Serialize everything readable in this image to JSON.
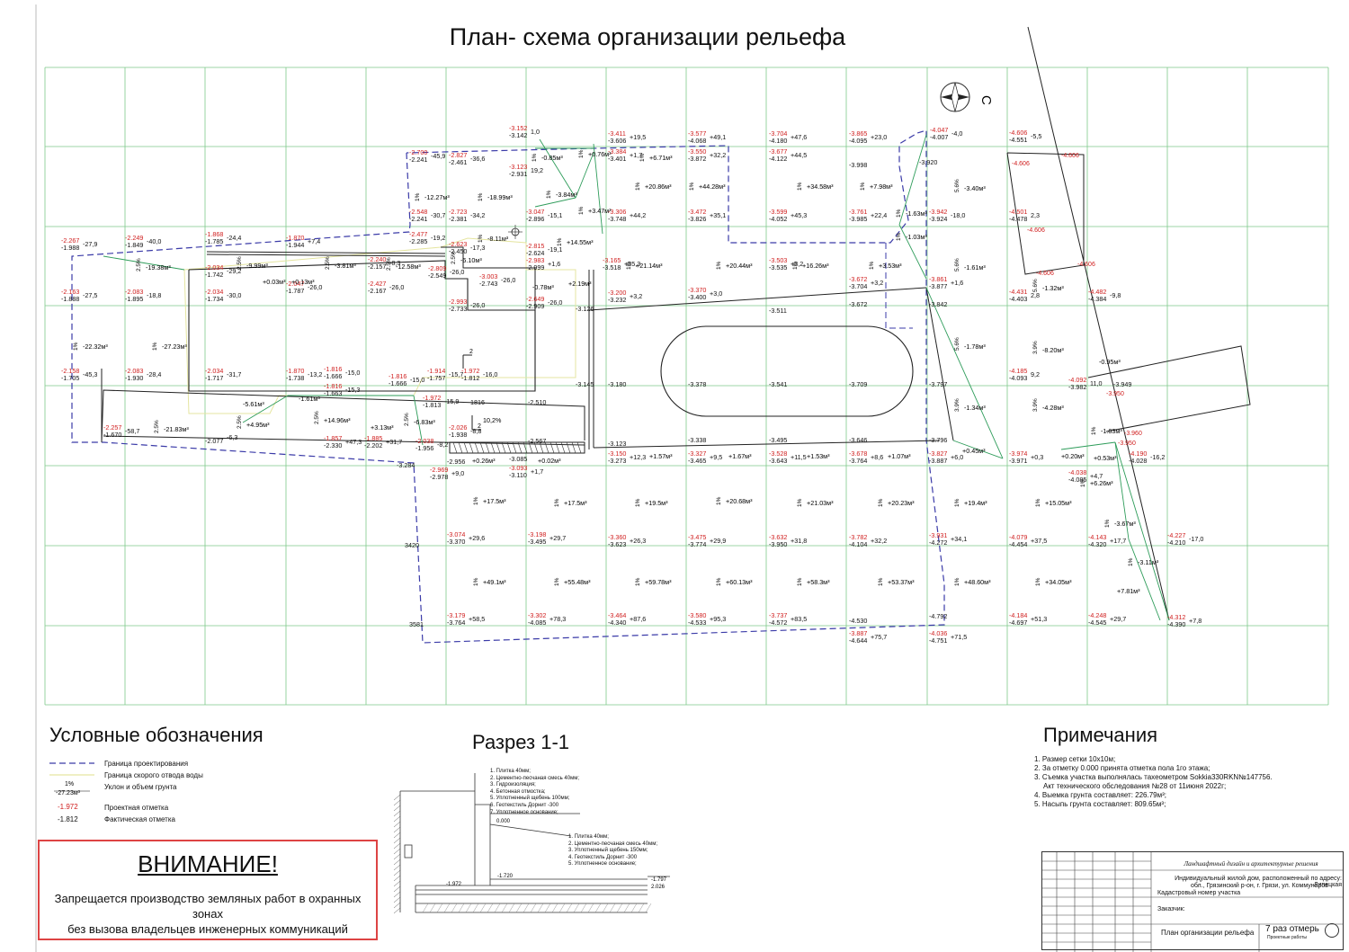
{
  "title": "План- схема организации рельефа",
  "compass": "С",
  "legend": {
    "heading": "Условные обозначения",
    "items": [
      {
        "label": "Граница проектирования"
      },
      {
        "label": "Граница скорого отвода воды"
      },
      {
        "label": "Уклон и объем грунта",
        "sample_slope": "1%",
        "sample_volume": "-27.23м³"
      },
      {
        "label": "Проектная отметка",
        "sample": "-1.972"
      },
      {
        "label": "Фактическая отметка",
        "sample": "-1.812"
      }
    ]
  },
  "warning": {
    "title": "ВНИМАНИЕ!",
    "line1": "Запрещается производство земляных работ в охранных зонах",
    "line2": "без вызова владельцев инженерных коммуникаций"
  },
  "section": {
    "heading": "Разрез 1-1",
    "layers_a": [
      "1. Плитка 40мм;",
      "2. Цементно-песчаная смесь 40мм;",
      "3. Гидроизоляция;",
      "4. Бетонная отмостка;",
      "5. Уплотненный щебень 100мм;",
      "6. Геотекстиль Дорнит -300",
      "7. Уплотненное основание;"
    ],
    "layers_b": [
      "1. Плитка 40мм;",
      "2. Цементно-песчаная смесь 40мм;",
      "3. Уплотненный щебень 150мм;",
      "4. Геотекстиль Дорнит -300",
      "5. Уплотненное основание;"
    ],
    "marks": {
      "zero": "0.000",
      "m1720": "-1.720",
      "m1972": "-1.972",
      "m1797": "-1.797",
      "m2026": "2.026"
    }
  },
  "notes": {
    "heading": "Примечания",
    "items": [
      "1. Размер сетки 10х10м;",
      "2. За отметку 0.000 принята отметка пола 1го этажа;",
      "3. Съемка участка выполнялась тахеометром Sokkia330RKN№147756.",
      "    Акт технического обследования №28 от 11июня 2022г;",
      "4. Выемка грунта составляет: 226.79м³;",
      "5. Насыпь грунта составляет: 809.65м³;"
    ]
  },
  "stamp": {
    "org": "Ландшафтный дизайн и архитектурные решения",
    "object1": "Индивидуальный жилой дом, расположенный по адресу: Липецкая",
    "object2": "обл., Грязинский р-он, г. Грязи, ул. Коммунаров",
    "object3": "Кадастровый номер участка",
    "customer": "Заказчик:",
    "sheet": "План организации рельефа",
    "firm": "7 раз отмерь",
    "firm_sub": "Проектные работы"
  },
  "colors": {
    "grid": "#7ec98a",
    "boundary": "#3b3ba8",
    "project": "#d02020",
    "actual": "#111111",
    "drain": "#d8d86a",
    "slope": "#2e9c5a",
    "warning": "#d44444"
  },
  "points": [
    {
      "p": "-3.152",
      "a": "-3.142",
      "v": "1,0"
    },
    {
      "p": "-3.411",
      "a": "-3.606",
      "v": "+19,5"
    },
    {
      "p": "-3.577",
      "a": "-4.068",
      "v": "+49,1"
    },
    {
      "p": "-3.704",
      "a": "-4.180",
      "v": "+47,6"
    },
    {
      "p": "-3.865",
      "a": "-4.095",
      "v": "+23,0"
    },
    {
      "p": "-4.047",
      "a": "-4.007",
      "v": "-4,0"
    },
    {
      "p": "-4.606",
      "a": "-4.551",
      "v": "-5,5"
    },
    {
      "p": "-2.700",
      "a": "-2.241",
      "v": "-45,9"
    },
    {
      "p": "-2.827",
      "a": "-2.461",
      "v": "-36,6"
    },
    {
      "p": "-3.123",
      "a": "-2.931",
      "v": "19,2"
    },
    {
      "p": "-3.384",
      "a": "-3.401",
      "v": "+1,7"
    },
    {
      "p": "-3.550",
      "a": "-3.872",
      "v": "+32,2"
    },
    {
      "p": "-3.677",
      "a": "-4.122",
      "v": "+44,5"
    },
    {
      "p": "",
      "a": "-3.998",
      "v": ""
    },
    {
      "p": "",
      "a": "-3.920",
      "v": ""
    },
    {
      "p": "-2.548",
      "a": "-2.241",
      "v": "-30,7"
    },
    {
      "p": "-2.723",
      "a": "-2.381",
      "v": "-34,2"
    },
    {
      "p": "-3.047",
      "a": "-2.896",
      "v": "-15,1"
    },
    {
      "p": "-3.306",
      "a": "-3.748",
      "v": "+44,2"
    },
    {
      "p": "-3.472",
      "a": "-3.826",
      "v": "+35,1"
    },
    {
      "p": "-3.599",
      "a": "-4.052",
      "v": "+45,3"
    },
    {
      "p": "-3.761",
      "a": "-3.985",
      "v": "+22,4"
    },
    {
      "p": "-3.942",
      "a": "-3.924",
      "v": "-18,0"
    },
    {
      "p": "-4.501",
      "a": "-4.478",
      "v": "2,3"
    },
    {
      "p": "-2.267",
      "a": "-1.988",
      "v": "-27,9"
    },
    {
      "p": "-2.249",
      "a": "-1.849",
      "v": "-40,0"
    },
    {
      "p": "-1.868",
      "a": "-1.785",
      "v": "-24,4"
    },
    {
      "p": "-1.870",
      "a": "-1.944",
      "v": "+7,4"
    },
    {
      "p": "-2.477",
      "a": "-2.285",
      "v": "-19,2"
    },
    {
      "p": "-2.623",
      "a": "-2.450",
      "v": "-17,3"
    },
    {
      "p": "-2.815",
      "a": "-2.624",
      "v": "-19,1"
    },
    {
      "p": "-2.983",
      "a": "-2.999",
      "v": "+1,6"
    },
    {
      "p": "-3.165",
      "a": "-3.518",
      "v": "+35,3"
    },
    {
      "p": "-3.503",
      "a": "-3.535",
      "v": "+3,2"
    },
    {
      "p": "-3.672",
      "a": "-3.704",
      "v": "+3,2"
    },
    {
      "p": "-3.861",
      "a": "-3.877",
      "v": "+1,6"
    },
    {
      "p": "-2.034",
      "a": "-1.742",
      "v": "-29,2"
    },
    {
      "p": "-2.240",
      "a": "-2.157",
      "v": "-8,3"
    },
    {
      "p": "-2.809",
      "a": "-2.549",
      "v": "-26,0"
    },
    {
      "p": "-3.003",
      "a": "-2.743",
      "v": "-26,0"
    },
    {
      "p": "-2.163",
      "a": "-1.888",
      "v": "-27,5"
    },
    {
      "p": "-2.083",
      "a": "-1.895",
      "v": "-18,8"
    },
    {
      "p": "-2.034",
      "a": "-1.734",
      "v": "-30,0"
    },
    {
      "p": "-2.047",
      "a": "-1.787",
      "v": "-26,0"
    },
    {
      "p": "-2.427",
      "a": "-2.167",
      "v": "-26,0"
    },
    {
      "p": "-2.993",
      "a": "-2.733",
      "v": "-26,0"
    },
    {
      "p": "-2.649",
      "a": "-2.909",
      "v": "-26,0"
    },
    {
      "p": "",
      "a": "-3.126",
      "v": ""
    },
    {
      "p": "-3.200",
      "a": "-3.232",
      "v": "+3,2"
    },
    {
      "p": "-3.370",
      "a": "-3.400",
      "v": "+3,0"
    },
    {
      "p": "",
      "a": "-3.511",
      "v": ""
    },
    {
      "p": "",
      "a": "-3.672",
      "v": ""
    },
    {
      "p": "",
      "a": "-3.842",
      "v": ""
    },
    {
      "p": "-4.431",
      "a": "-4.403",
      "v": "2,8"
    },
    {
      "p": "-4.482",
      "a": "-4.384",
      "v": "-9,8"
    },
    {
      "p": "-2.158",
      "a": "-1.705",
      "v": "-45,3"
    },
    {
      "p": "-2.083",
      "a": "-1.930",
      "v": "-28,4"
    },
    {
      "p": "-2.034",
      "a": "-1.717",
      "v": "-31,7"
    },
    {
      "p": "-1.870",
      "a": "-1.738",
      "v": "-13,2"
    },
    {
      "p": "-1.816",
      "a": "-1.666",
      "v": "-15,0"
    },
    {
      "p": "-1.816",
      "a": "-1.663",
      "v": "-15,3"
    },
    {
      "p": "-1.816",
      "a": "-1.666",
      "v": "-15,0"
    },
    {
      "p": "-1.914",
      "a": "-1.757",
      "v": "-15,7"
    },
    {
      "p": "-1.972",
      "a": "-1.812",
      "v": "-16,0"
    },
    {
      "p": "",
      "a": "-3.145",
      "v": ""
    },
    {
      "p": "",
      "a": "-3.180",
      "v": ""
    },
    {
      "p": "",
      "a": "-3.378",
      "v": ""
    },
    {
      "p": "",
      "a": "-3.541",
      "v": ""
    },
    {
      "p": "",
      "a": "-3.709",
      "v": ""
    },
    {
      "p": "",
      "a": "-3.797",
      "v": ""
    },
    {
      "p": "-4.185",
      "a": "-4.093",
      "v": "9,2"
    },
    {
      "p": "-4.092",
      "a": "-3.982",
      "v": "11,0"
    },
    {
      "p": "",
      "a": "-3.949",
      "v": ""
    },
    {
      "p": "-1.972",
      "a": "-1.813",
      "v": "-15,9"
    },
    {
      "p": "",
      "a": "1816",
      "v": ""
    },
    {
      "p": "",
      "a": "-2.510",
      "v": ""
    },
    {
      "p": "-2.257",
      "a": "-1.670",
      "v": "-58,7"
    },
    {
      "p": "",
      "a": "-2.077",
      "v": "-6,3"
    },
    {
      "p": "-1.857",
      "a": "-2.330",
      "v": "+47,3"
    },
    {
      "p": "-1.885",
      "a": "-2.202",
      "v": "+31,7"
    },
    {
      "p": "-2.026",
      "a": "-1.938",
      "v": "-8,8"
    },
    {
      "p": "-2.038",
      "a": "-1.956",
      "v": "-8,2"
    },
    {
      "p": "",
      "a": "-2.567",
      "v": ""
    },
    {
      "p": "",
      "a": "-3.123",
      "v": ""
    },
    {
      "p": "",
      "a": "-3.338",
      "v": ""
    },
    {
      "p": "",
      "a": "-3.495",
      "v": ""
    },
    {
      "p": "",
      "a": "-3.646",
      "v": ""
    },
    {
      "p": "",
      "a": "-3.796",
      "v": ""
    },
    {
      "p": "",
      "a": "-3.284",
      "v": ""
    },
    {
      "p": "",
      "a": "-2.956",
      "v": ""
    },
    {
      "p": "",
      "a": "-3.085",
      "v": ""
    },
    {
      "p": "-3.150",
      "a": "-3.273",
      "v": "+12,3"
    },
    {
      "p": "-3.327",
      "a": "-3.465",
      "v": "+9,5"
    },
    {
      "p": "-3.528",
      "a": "-3.643",
      "v": "+11,5"
    },
    {
      "p": "-3.678",
      "a": "-3.764",
      "v": "+8,6"
    },
    {
      "p": "-3.827",
      "a": "-3.887",
      "v": "+6,0"
    },
    {
      "p": "-3.974",
      "a": "-3.971",
      "v": "+0,3"
    },
    {
      "p": "-4.190",
      "a": "-4.028",
      "v": "-16,2"
    },
    {
      "p": "-4.038",
      "a": "-4.085",
      "v": "+4,7"
    },
    {
      "p": "-2.969",
      "a": "-2.978",
      "v": "+9,0"
    },
    {
      "p": "-3.093",
      "a": "-3.110",
      "v": "+1,7"
    },
    {
      "p": "-3.074",
      "a": "-3.370",
      "v": "+29,6"
    },
    {
      "p": "-3.198",
      "a": "-3.495",
      "v": "+29,7"
    },
    {
      "p": "-3.360",
      "a": "-3.623",
      "v": "+26,3"
    },
    {
      "p": "-3.475",
      "a": "-3.774",
      "v": "+29,9"
    },
    {
      "p": "-3.632",
      "a": "-3.950",
      "v": "+31,8"
    },
    {
      "p": "-3.782",
      "a": "-4.104",
      "v": "+32,2"
    },
    {
      "p": "-3.931",
      "a": "-4.272",
      "v": "+34,1"
    },
    {
      "p": "-4.079",
      "a": "-4.454",
      "v": "+37,5"
    },
    {
      "p": "-4.143",
      "a": "-4.320",
      "v": "+17,7"
    },
    {
      "p": "-4.227",
      "a": "-4.210",
      "v": "-17,0"
    },
    {
      "p": "",
      "a": "3420",
      "v": ""
    },
    {
      "p": "-3.179",
      "a": "-3.764",
      "v": "+58,5"
    },
    {
      "p": "-3.302",
      "a": "-4.085",
      "v": "+78,3"
    },
    {
      "p": "-3.464",
      "a": "-4.340",
      "v": "+87,6"
    },
    {
      "p": "-3.580",
      "a": "-4.533",
      "v": "+95,3"
    },
    {
      "p": "-3.737",
      "a": "-4.572",
      "v": "+83,5"
    },
    {
      "p": "",
      "a": "-4.530",
      "v": ""
    },
    {
      "p": "",
      "a": "-4.792",
      "v": ""
    },
    {
      "p": "-4.184",
      "a": "-4.697",
      "v": "+51,3"
    },
    {
      "p": "-4.248",
      "a": "-4.545",
      "v": "+29,7"
    },
    {
      "p": "-4.312",
      "a": "-4.390",
      "v": "+7,8"
    },
    {
      "p": "",
      "a": "3581",
      "v": ""
    },
    {
      "p": "-3.887",
      "a": "-4.644",
      "v": "+75,7"
    },
    {
      "p": "-4.036",
      "a": "-4.751",
      "v": "+71,5"
    }
  ],
  "red_marks": [
    "-4.606",
    "-4.606",
    "-4.606",
    "-4.606",
    "-4.606",
    "-3.950",
    "-3.960",
    "-3.950"
  ],
  "volumes": [
    {
      "s": "1%",
      "v": "-0.85м³"
    },
    {
      "s": "1%",
      "v": "+0.76м³"
    },
    {
      "s": "1%",
      "v": "+6.71м³"
    },
    {
      "s": "1%",
      "v": "-12.27м³"
    },
    {
      "s": "1%",
      "v": "-18.99м³"
    },
    {
      "s": "1%",
      "v": "-3.84м³"
    },
    {
      "s": "1%",
      "v": "+3.47м³"
    },
    {
      "s": "1%",
      "v": "+20.86м³"
    },
    {
      "s": "1%",
      "v": "+44.28м³"
    },
    {
      "s": "1%",
      "v": "+34.58м³"
    },
    {
      "s": "1%",
      "v": "+7.98м³"
    },
    {
      "s": "5.6%",
      "v": "-3.40м³"
    },
    {
      "s": "1%",
      "v": "-1.63м³"
    },
    {
      "s": "1%",
      "v": "-1.03м³"
    },
    {
      "s": "1%",
      "v": "-8.11м³"
    },
    {
      "s": "1%",
      "v": "+14.55м³"
    },
    {
      "s": "2.5%",
      "v": "-19.38м³"
    },
    {
      "s": "2.5%",
      "v": "-9.99м³"
    },
    {
      "s": "",
      "v": "+0.03м³"
    },
    {
      "s": "",
      "v": "+0.13м³"
    },
    {
      "s": "2.5%",
      "v": "-3.81м³"
    },
    {
      "s": "2.5%",
      "v": "-12.58м³"
    },
    {
      "s": "2.5%",
      "v": "-6.10м³"
    },
    {
      "s": "1%",
      "v": "+21.14м³"
    },
    {
      "s": "1%",
      "v": "+20.44м³"
    },
    {
      "s": "1%",
      "v": "+16.26м³"
    },
    {
      "s": "1%",
      "v": "+3.53м³"
    },
    {
      "s": "5.6%",
      "v": "-1.61м³"
    },
    {
      "s": "5.6%",
      "v": "-1.32м³"
    },
    {
      "s": "",
      "v": "-0.78м³"
    },
    {
      "s": "",
      "v": "+2.19м³"
    },
    {
      "s": "1%",
      "v": "-22.32м³"
    },
    {
      "s": "1%",
      "v": "-27.23м³"
    },
    {
      "s": "5.6%",
      "v": "-1.78м³"
    },
    {
      "s": "3.9%",
      "v": "-8.20м³"
    },
    {
      "s": "",
      "v": "-0.95м³"
    },
    {
      "s": "",
      "v": "-5.61м³"
    },
    {
      "s": "2.5%",
      "v": "+4.95м³"
    },
    {
      "s": "",
      "v": "-1.61м³"
    },
    {
      "s": "2.5%",
      "v": "+14.96м³"
    },
    {
      "s": "",
      "v": "+3.13м³"
    },
    {
      "s": "2.5%",
      "v": "-6.83м³"
    },
    {
      "s": "",
      "v": "10,2%"
    },
    {
      "s": "3.9%",
      "v": "-1.34м³"
    },
    {
      "s": "3.9%",
      "v": "-4.28м³"
    },
    {
      "s": "2.5%",
      "v": "-21.83м³"
    },
    {
      "s": "1%",
      "v": "-1.83м³"
    },
    {
      "s": "",
      "v": "+0.45м³"
    },
    {
      "s": "",
      "v": "+0.20м³"
    },
    {
      "s": "",
      "v": "+0.53м³"
    },
    {
      "s": "",
      "v": "+0.26м³"
    },
    {
      "s": "",
      "v": "+0.02м³"
    },
    {
      "s": "",
      "v": "+1.57м³"
    },
    {
      "s": "",
      "v": "+1.67м³"
    },
    {
      "s": "",
      "v": "+1.53м³"
    },
    {
      "s": "",
      "v": "+1.07м³"
    },
    {
      "s": "1%",
      "v": "+6.26м³"
    },
    {
      "s": "1%",
      "v": "+17.5м³"
    },
    {
      "s": "1%",
      "v": "+17.5м³"
    },
    {
      "s": "1%",
      "v": "+19.5м³"
    },
    {
      "s": "1%",
      "v": "+20.68м³"
    },
    {
      "s": "1%",
      "v": "+21.03м³"
    },
    {
      "s": "1%",
      "v": "+20.23м³"
    },
    {
      "s": "1%",
      "v": "+19.4м³"
    },
    {
      "s": "1%",
      "v": "+15.05м³"
    },
    {
      "s": "1%",
      "v": "-3.67м³"
    },
    {
      "s": "1%",
      "v": "-3.11м³"
    },
    {
      "s": "1%",
      "v": "+49.1м³"
    },
    {
      "s": "1%",
      "v": "+55.48м³"
    },
    {
      "s": "1%",
      "v": "+59.78м³"
    },
    {
      "s": "1%",
      "v": "+60.13м³"
    },
    {
      "s": "1%",
      "v": "+58.3м³"
    },
    {
      "s": "1%",
      "v": "+53.37м³"
    },
    {
      "s": "1%",
      "v": "+48.60м³"
    },
    {
      "s": "1%",
      "v": "+34.05м³"
    },
    {
      "s": "",
      "v": "+7.81м³"
    }
  ],
  "section_marks": [
    "2",
    "2"
  ]
}
